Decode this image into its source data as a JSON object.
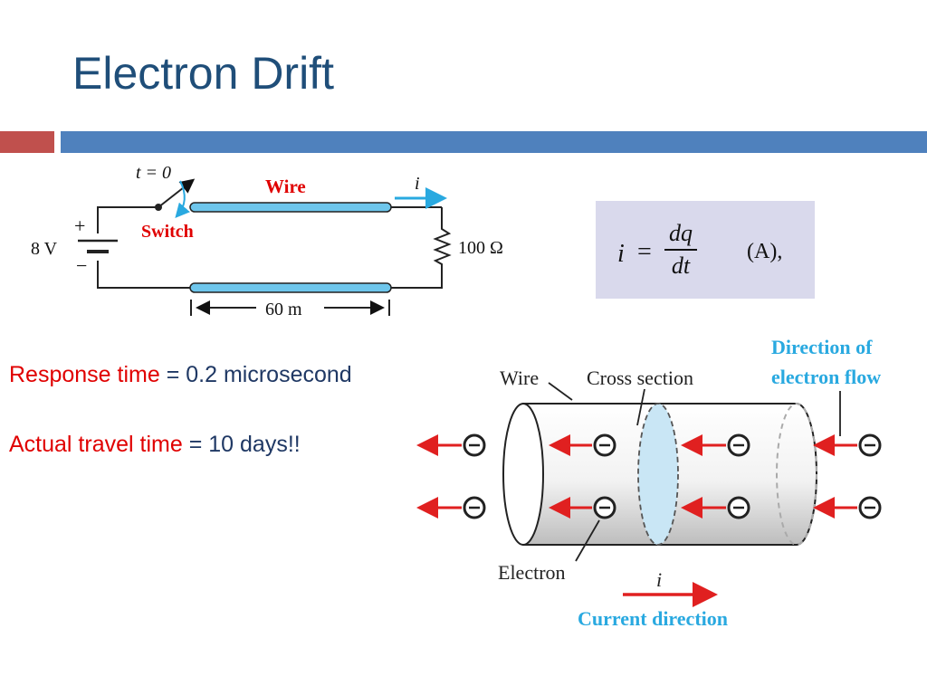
{
  "slide": {
    "title": "Electron Drift"
  },
  "bullets": [
    {
      "label": "Response time",
      "eq": "=",
      "value": "0.2 microsecond"
    },
    {
      "label": "Actual travel time",
      "eq": "=",
      "value": "10 days!!"
    }
  ],
  "circuit": {
    "time_label": "t = 0",
    "switch_label": "Switch",
    "wire_label": "Wire",
    "current_label": "i",
    "voltage_label": "8 V",
    "plus_sign": "+",
    "minus_sign": "−",
    "resistance_label": "100 Ω",
    "length_label": "60 m"
  },
  "equation": {
    "lhs": "i",
    "equals": "=",
    "numerator": "dq",
    "denominator": "dt",
    "unit": "(A),"
  },
  "wire_diagram": {
    "wire_label": "Wire",
    "cross_section_label": "Cross section",
    "direction_label_line1": "Direction of",
    "direction_label_line2": "electron flow",
    "electron_label": "Electron",
    "current_symbol": "i",
    "current_direction_label": "Current direction"
  },
  "colors": {
    "title": "#1f4e79",
    "accent_red": "#c0504d",
    "accent_blue": "#4f81bd",
    "label_red": "#e00000",
    "wire_blue": "#6ec6ec",
    "diagram_cyan": "#29a9e0",
    "equation_bg": "#d9d9ec"
  }
}
